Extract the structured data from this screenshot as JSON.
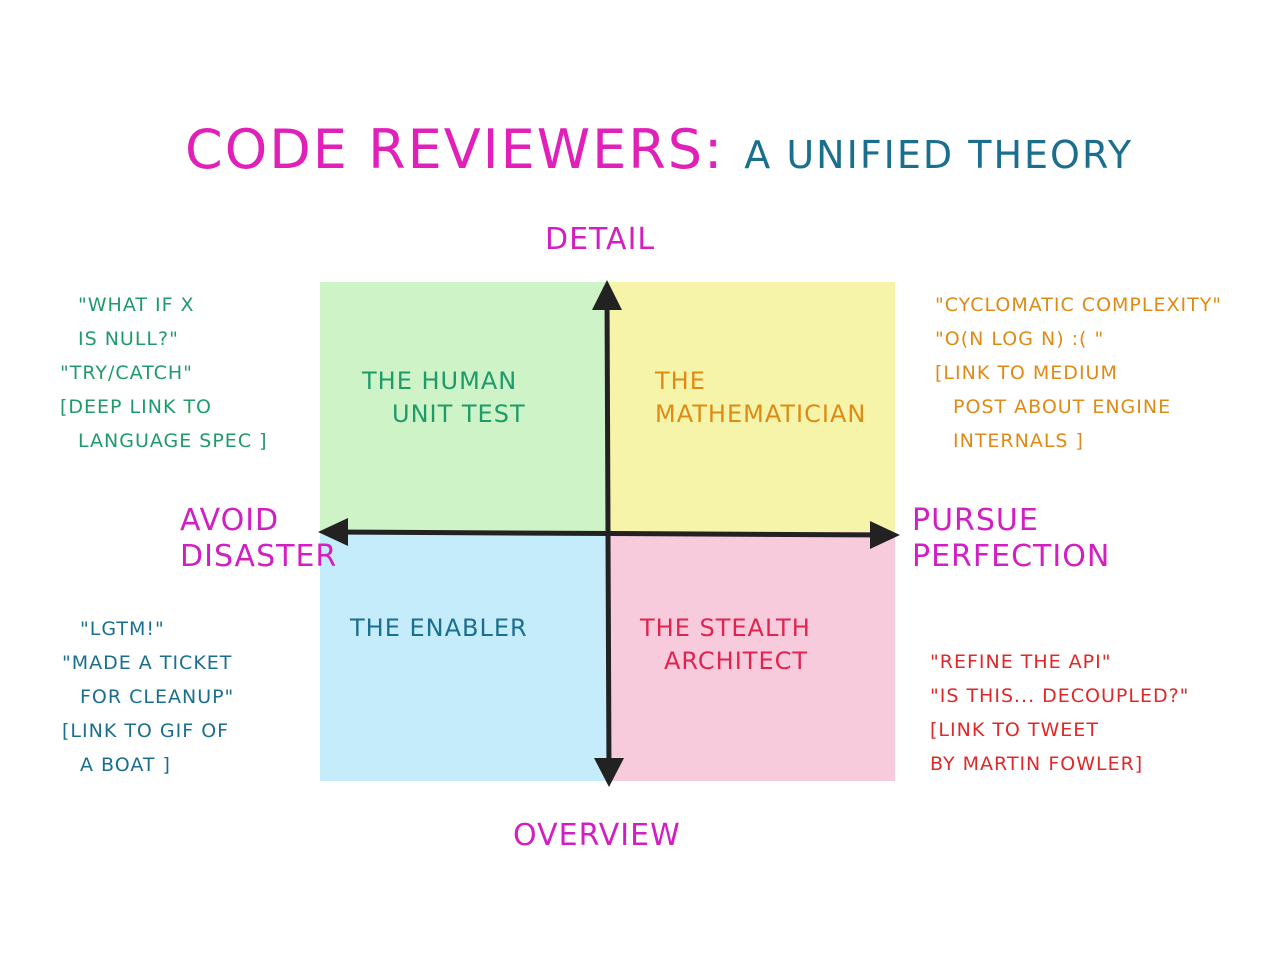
{
  "title": {
    "main": "CODE REVIEWERS:",
    "sub": "A UNIFIED THEORY"
  },
  "axes": {
    "top": "DETAIL",
    "bottom": "OVERVIEW",
    "left": [
      "AVOID",
      "DISASTER"
    ],
    "right": [
      "PURSUE",
      "PERFECTION"
    ]
  },
  "quadrants": {
    "top_left": [
      "THE HUMAN",
      "UNIT TEST"
    ],
    "top_right": [
      "THE",
      "MATHEMATICIAN"
    ],
    "bottom_left": [
      "THE ENABLER"
    ],
    "bottom_right": [
      "THE STEALTH",
      "ARCHITECT"
    ]
  },
  "quotes": {
    "top_left": [
      "\"WHAT IF X",
      "IS NULL?\"",
      "\"TRY/CATCH\"",
      "[DEEP LINK TO",
      "LANGUAGE SPEC ]"
    ],
    "top_right": [
      "\"CYCLOMATIC COMPLEXITY\"",
      "\"O(n log n) :( \"",
      "[LINK TO MEDIUM",
      "POST ABOUT ENGINE",
      "INTERNALS ]"
    ],
    "bottom_left": [
      "\"LGTM!\"",
      "\"MADE A TICKET",
      "FOR CLEANUP\"",
      "[LINK TO GIF OF",
      "A BOAT ]"
    ],
    "bottom_right": [
      "\"REFINE THE API\"",
      "\"IS THIS... DECOUPLED?\"",
      "[LINK TO TWEET",
      "BY MARTIN FOWLER]"
    ]
  },
  "colors": {
    "title_main": "#e020b8",
    "title_sub": "#1a6f8f",
    "axis_labels": "#d21fc2",
    "quadrant_top_left": "#cdf3c6",
    "quadrant_top_right": "#f5f4a9",
    "quadrant_bottom_left": "#c4ecfb",
    "quadrant_bottom_right": "#f7cbdc",
    "text_top_left": "#1f9a6a",
    "text_top_right": "#e08a16",
    "text_bottom_left": "#1a6f8f",
    "text_bottom_right": "#e0244f",
    "quotes_bottom_right": "#e02828",
    "arrows": "#222222"
  }
}
